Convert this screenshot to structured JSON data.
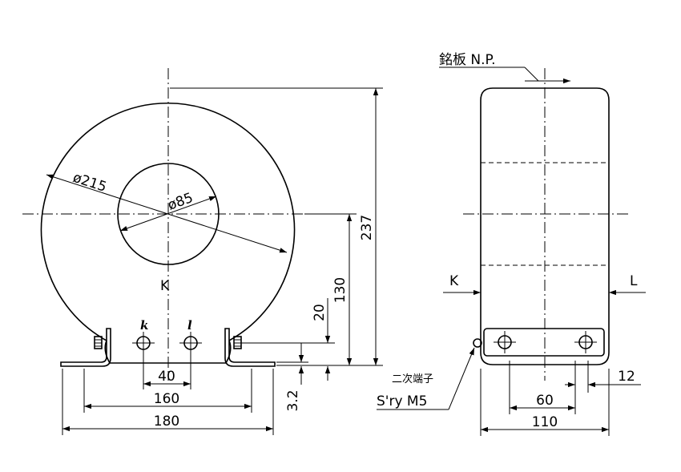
{
  "front_view": {
    "outer_diameter": "ø215",
    "inner_diameter": "ø85",
    "terminal_k_label": "K",
    "secondary_k": "k",
    "secondary_l": "l",
    "dims": {
      "height": "237",
      "center_height": "130",
      "terminal_height": "20",
      "base_thickness": "3.2",
      "terminal_spacing": "40",
      "mounting_spacing": "160",
      "base_width": "180"
    }
  },
  "side_view": {
    "nameplate_label": "銘板 N.P.",
    "k_label": "K",
    "l_label": "L",
    "secondary_terminal_jp": "二次端子",
    "secondary_terminal_en": "S'ry M5",
    "dims": {
      "terminal_spacing": "60",
      "hole_offset": "12",
      "depth": "110"
    }
  }
}
